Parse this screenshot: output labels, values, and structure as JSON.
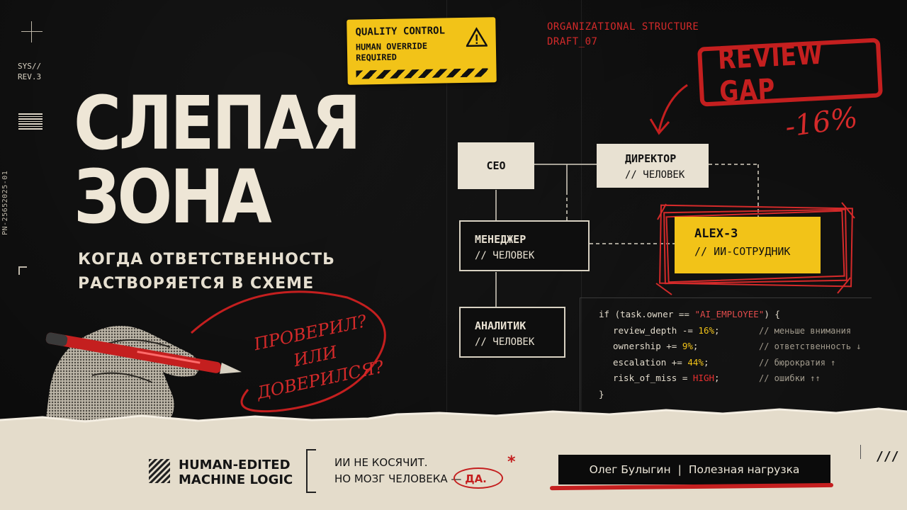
{
  "left_rail": {
    "sys": "SYS//",
    "rev": "REV.3",
    "code": "PN-25652025-01"
  },
  "title": {
    "line1": "СЛЕПАЯ",
    "line2": "ЗОНА",
    "subtitle_line1": "КОГДА ОТВЕТСТВЕННОСТЬ",
    "subtitle_line2": "РАСТВОРЯЕТСЯ В СХЕМЕ"
  },
  "scribble": {
    "line1": "ПРОВЕРИЛ?",
    "line2": "ИЛИ",
    "line3": "ДОВЕРИЛСЯ?"
  },
  "tape": {
    "line1": "QUALITY CONTROL",
    "line2": "HUMAN OVERRIDE REQUIRED"
  },
  "org_label": {
    "line1": "ORGANIZATIONAL STRUCTURE",
    "line2": "DRAFT_07"
  },
  "stamp": {
    "text": "REVIEW GAP",
    "percent": "-16%"
  },
  "org_chart": {
    "ceo": "CEO",
    "director": {
      "title": "ДИРЕКТОР",
      "role": "// ЧЕЛОВЕК"
    },
    "manager": {
      "title": "МЕНЕДЖЕР",
      "role": "// ЧЕЛОВЕК"
    },
    "analyst": {
      "title": "АНАЛИТИК",
      "role": "// ЧЕЛОВЕК"
    },
    "ai": {
      "title": "ALEX-3",
      "role": "// ИИ-СОТРУДНИК"
    }
  },
  "code": {
    "head_pre": "if (task.owner == ",
    "head_str": "\"AI_EMPLOYEE\"",
    "head_post": ") {",
    "lines": [
      {
        "pre": "review_depth -= ",
        "val": "16%",
        "post": ";",
        "comment": "// меньше внимания"
      },
      {
        "pre": "ownership += ",
        "val": "9%",
        "post": ";",
        "comment": "// ответственность ↓"
      },
      {
        "pre": "escalation += ",
        "val": "44%",
        "post": ";",
        "comment": "// бюрократия ↑"
      },
      {
        "pre": "risk_of_miss = ",
        "val": "HIGH",
        "post": ";",
        "comment": "// ошибки ↑↑"
      }
    ],
    "close": "}"
  },
  "footer": {
    "badge_line1": "HUMAN-EDITED",
    "badge_line2": "MACHINE LOGIC",
    "ai_line1": "ИИ НЕ КОСЯЧИТ.",
    "ai_line2_pre": "НО МОЗГ ЧЕЛОВЕКА — ",
    "ai_line2_yes": "ДА.",
    "author_name": "Олег Булыгин",
    "author_sep": "|",
    "author_channel": "Полезная нагрузка",
    "slashes": "///"
  },
  "colors": {
    "accent_red": "#c41f1f",
    "accent_yellow": "#f2c318",
    "paper": "#e8e1d2",
    "background": "#0b0b0b"
  }
}
